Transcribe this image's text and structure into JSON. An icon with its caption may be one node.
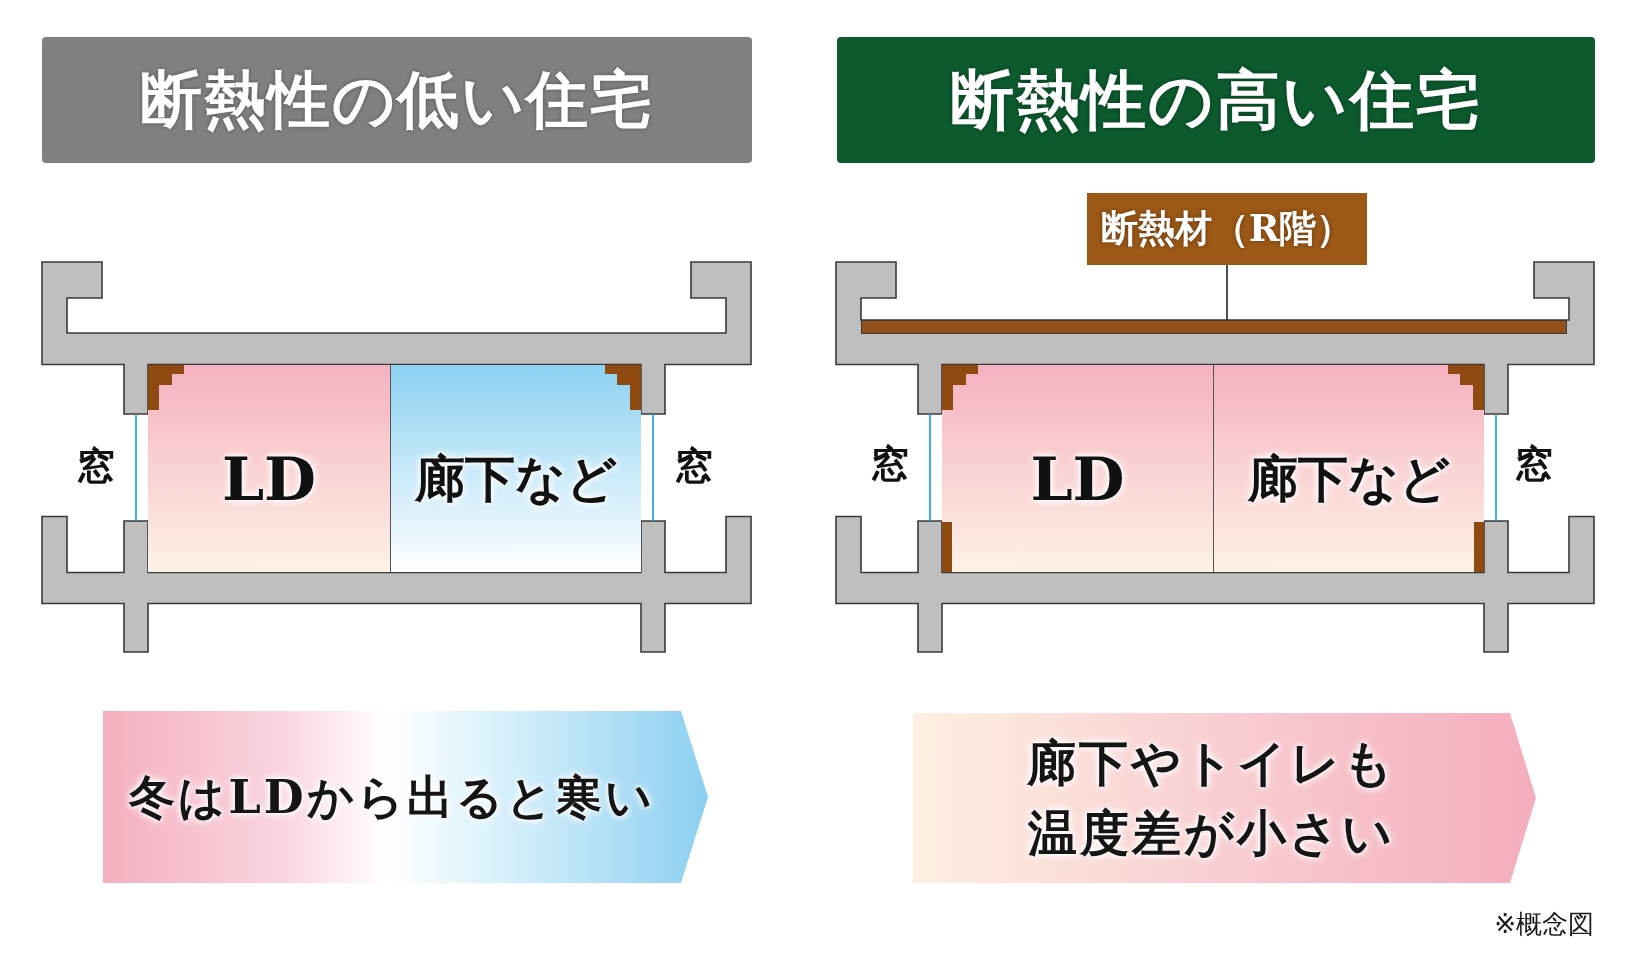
{
  "diagram": {
    "nodes": [
      {
        "text": [
          "断熱性の低い住宅"
        ]
      },
      {
        "text": [
          "断熱性の高い住宅"
        ]
      },
      {
        "text": [
          "断熱材（R階）"
        ]
      },
      {
        "text": [],
        "shape": "bar"
      },
      {
        "text": [
          "LD"
        ]
      },
      {
        "text": [
          "廊下など"
        ]
      },
      {
        "text": [
          "LD"
        ]
      },
      {
        "text": [
          "廊下など"
        ]
      },
      {
        "text": [
          "冬はLDから出ると寒い"
        ]
      },
      {
        "text": [
          "廊下やトイレも温度差が小さい"
        ]
      }
    ],
    "edges": [
      {
        "from": 2,
        "to": 3,
        "arrow": "none"
      }
    ],
    "labels": [
      "窓",
      "窓",
      "窓",
      "窓",
      "※概念図"
    ]
  }
}
